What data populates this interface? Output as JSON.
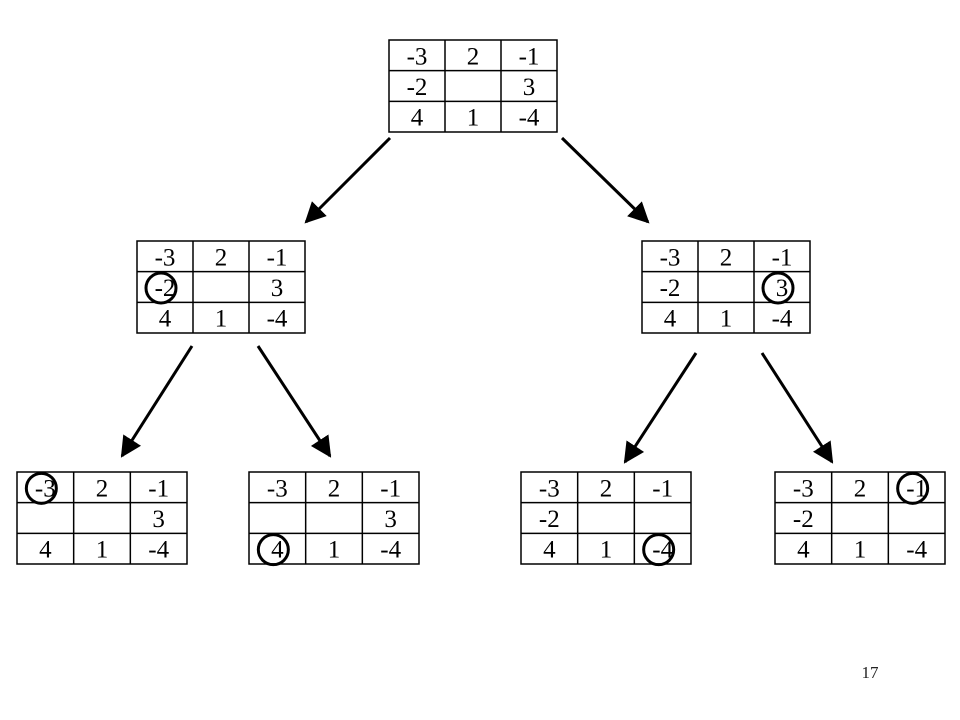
{
  "slide": {
    "page_number": "17"
  },
  "colors": {
    "line": "#000000",
    "background": "#ffffff",
    "text": "#000000"
  },
  "nodes": [
    {
      "id": "root",
      "cells": [
        [
          "-3",
          "2",
          "-1"
        ],
        [
          "-2",
          "",
          "3"
        ],
        [
          "4",
          "1",
          "-4"
        ]
      ],
      "circled": null
    },
    {
      "id": "l",
      "cells": [
        [
          "-3",
          "2",
          "-1"
        ],
        [
          "-2",
          "",
          "3"
        ],
        [
          "4",
          "1",
          "-4"
        ]
      ],
      "circled": [
        1,
        0
      ]
    },
    {
      "id": "r",
      "cells": [
        [
          "-3",
          "2",
          "-1"
        ],
        [
          "-2",
          "",
          "3"
        ],
        [
          "4",
          "1",
          "-4"
        ]
      ],
      "circled": [
        1,
        2
      ]
    },
    {
      "id": "ll",
      "cells": [
        [
          "-3",
          "2",
          "-1"
        ],
        [
          "",
          "",
          "3"
        ],
        [
          "4",
          "1",
          "-4"
        ]
      ],
      "circled": [
        0,
        0
      ]
    },
    {
      "id": "lr",
      "cells": [
        [
          "-3",
          "2",
          "-1"
        ],
        [
          "",
          "",
          "3"
        ],
        [
          "4",
          "1",
          "-4"
        ]
      ],
      "circled": [
        2,
        0
      ]
    },
    {
      "id": "rl",
      "cells": [
        [
          "-3",
          "2",
          "-1"
        ],
        [
          "-2",
          "",
          ""
        ],
        [
          "4",
          "1",
          "-4"
        ]
      ],
      "circled": [
        2,
        2
      ]
    },
    {
      "id": "rr",
      "cells": [
        [
          "-3",
          "2",
          "-1"
        ],
        [
          "-2",
          "",
          ""
        ],
        [
          "4",
          "1",
          "-4"
        ]
      ],
      "circled": [
        0,
        2
      ]
    }
  ],
  "edges": [
    {
      "from": "root",
      "to": "l"
    },
    {
      "from": "root",
      "to": "r"
    },
    {
      "from": "l",
      "to": "ll"
    },
    {
      "from": "l",
      "to": "lr"
    },
    {
      "from": "r",
      "to": "rl"
    },
    {
      "from": "r",
      "to": "rr"
    }
  ]
}
